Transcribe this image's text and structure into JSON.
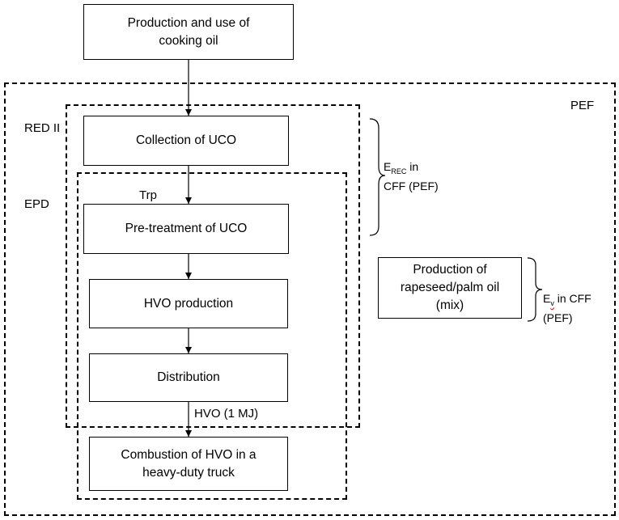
{
  "boxes": {
    "production_use": "Production and use of cooking oil",
    "collection": "Collection of UCO",
    "pretreatment": "Pre-treatment of UCO",
    "hvo_production": "HVO production",
    "distribution": "Distribution",
    "combustion": "Combustion of HVO in a heavy-duty truck",
    "rapeseed": "Production of rapeseed/palm oil (mix)"
  },
  "labels": {
    "pef": "PEF",
    "red_ii": "RED II",
    "epd": "EPD",
    "trp": "Trp",
    "hvo_1mj": "HVO (1 MJ)",
    "erec_main": "E",
    "erec_sub": "REC",
    "erec_suffix": " in",
    "erec_line2": "CFF (PEF)",
    "ev_main": "E",
    "ev_sub": "v",
    "ev_suffix": " in CFF",
    "ev_line2": "(PEF)"
  }
}
